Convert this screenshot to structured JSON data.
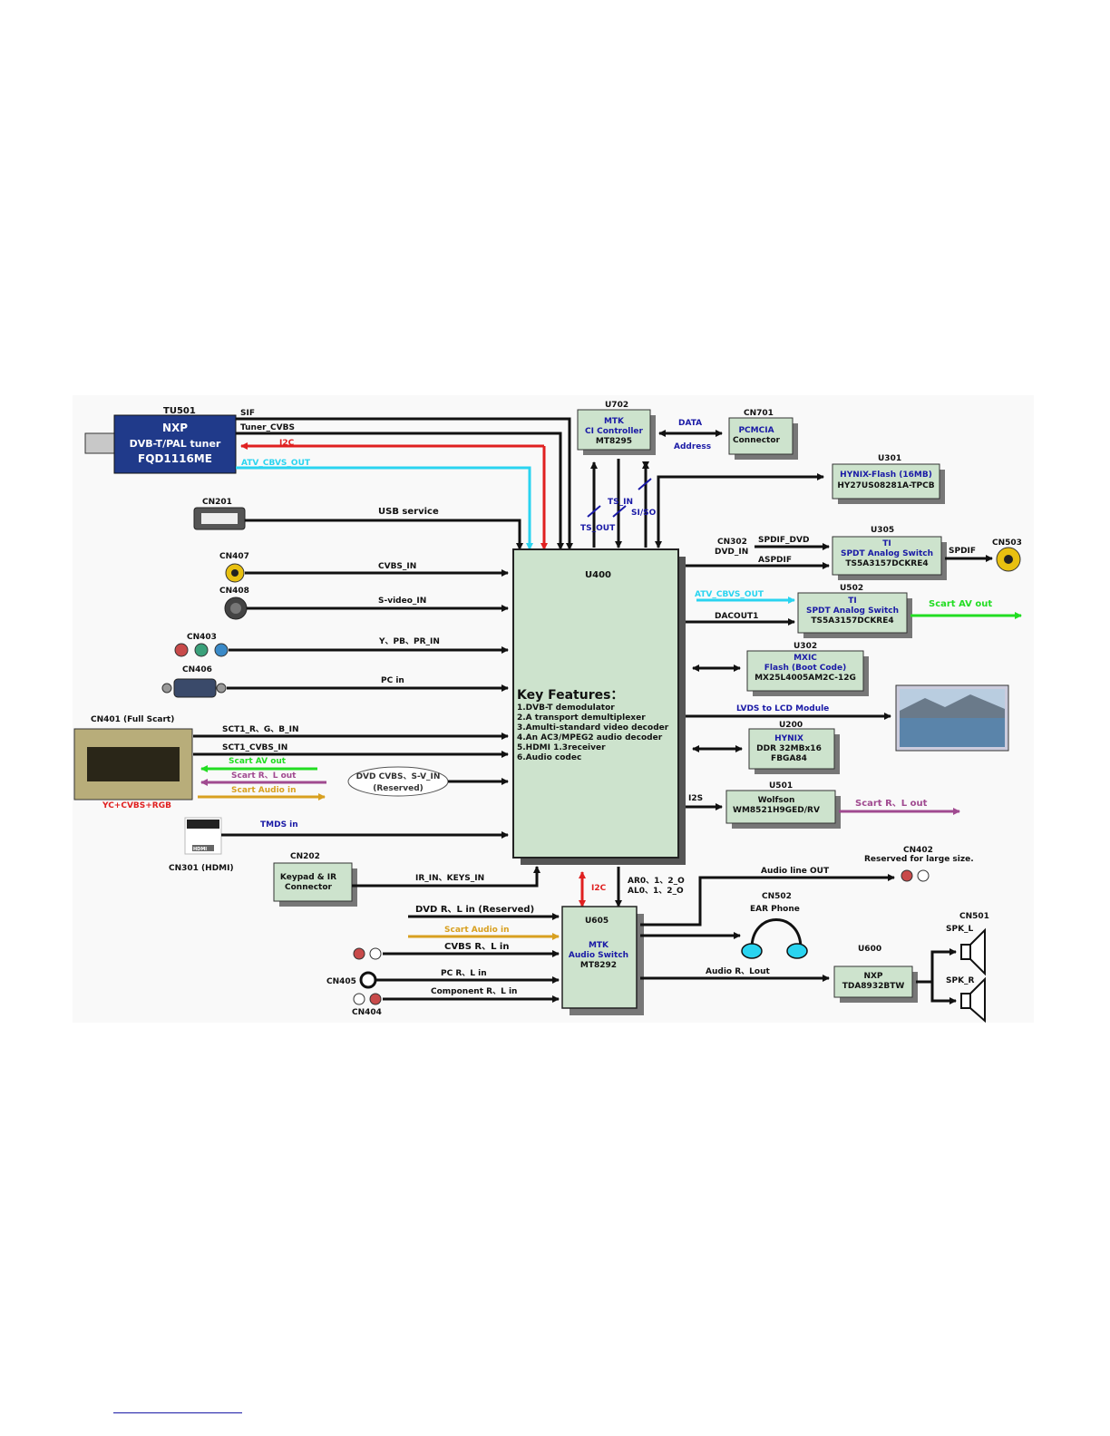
{
  "tuner": {
    "ref": "TU501",
    "l1": "NXP",
    "l2": "DVB-T/PAL tuner",
    "l3": "FQD1116ME"
  },
  "u702": {
    "ref": "U702",
    "l1": "MTK",
    "l2": "CI Controller",
    "l3": "MT8295"
  },
  "cn701": {
    "ref": "CN701",
    "l1": "PCMCIA",
    "l2": "Connector"
  },
  "u301": {
    "ref": "U301",
    "l1": "HYNIX-Flash (16MB)",
    "l2": "HY27US08281A-TPCB"
  },
  "u305": {
    "ref": "U305",
    "l1": "TI",
    "l2": "SPDT Analog Switch",
    "l3": "TS5A3157DCKRE4"
  },
  "u502": {
    "ref": "U502",
    "l1": "TI",
    "l2": "SPDT Analog Switch",
    "l3": "TS5A3157DCKRE4"
  },
  "u302": {
    "ref": "U302",
    "l1": "MXIC",
    "l2": "Flash (Boot Code)",
    "l3": "MX25L4005AM2C-12G"
  },
  "u200": {
    "ref": "U200",
    "l1": "HYNIX",
    "l2": "DDR 32MBx16",
    "l3": "FBGA84"
  },
  "u501": {
    "ref": "U501",
    "l1": "Wolfson",
    "l2": "WM8521H9GED/RV"
  },
  "cn202": {
    "ref": "CN202",
    "l1": "Keypad & IR",
    "l2": "Connector"
  },
  "u605": {
    "ref": "U605",
    "l1": "MTK",
    "l2": "Audio Switch",
    "l3": "MT8292"
  },
  "u600": {
    "ref": "U600",
    "l1": "NXP",
    "l2": "TDA8932BTW"
  },
  "u400": {
    "ref": "U400",
    "features_title": "Key Features：",
    "features": [
      "1.DVB-T demodulator",
      "2.A transport demultiplexer",
      "3.Amulti-standard video decoder",
      "4.An AC3/MPEG2 audio decoder",
      "5.HDMI 1.3receiver",
      "6.Audio codec"
    ]
  },
  "connectors": {
    "cn201": "CN201",
    "cn407": "CN407",
    "cn408": "CN408",
    "cn403": "CN403",
    "cn406": "CN406",
    "cn401": "CN401 (Full Scart)",
    "cn401_sub": "YC+CVBS+RGB",
    "hdmi_icon": "HDMI",
    "cn301": "CN301 (HDMI)",
    "cn302": "CN302",
    "cn503": "CN503",
    "cn402": "CN402",
    "cn402_note": "Reserved for large size.",
    "cn502": "CN502",
    "cn502_note": "EAR Phone",
    "cn501": "CN501",
    "spk_l": "SPK_L",
    "spk_r": "SPK_R",
    "cn405": "CN405",
    "cn404": "CN404"
  },
  "signals": {
    "sif": "SIF",
    "tuner_cvbs": "Tuner_CVBS",
    "i2c": "I2C",
    "atv_out": "ATV_CBVS_OUT",
    "usb": "USB service",
    "cvbs_in": "CVBS_IN",
    "svideo_in": "S-video_IN",
    "ypbpr_in": "Y、PB、PR_IN",
    "pc_in": "PC in",
    "sct_rgb": "SCT1_R、G、B_IN",
    "sct_cvbs": "SCT1_CVBS_IN",
    "scart_av_out": "Scart AV out",
    "scart_rl_out": "Scart R、L out",
    "scart_audio_in": "Scart Audio in",
    "dvd_cvbs_1": "DVD CVBS、S-V_IN",
    "dvd_cvbs_2": "(Reserved)",
    "tmds_in": "TMDS in",
    "ir_keys": "IR_IN、KEYS_IN",
    "data": "DATA",
    "address": "Address",
    "ts_in": "TS_IN",
    "ts_out": "TS_OUT",
    "si_so": "SI/SO",
    "spdif_dvd": "SPDIF_DVD",
    "dvd_in": "DVD_IN",
    "aspdif": "ASPDIF",
    "spdif": "SPDIF",
    "atv_out_2": "ATV_CBVS_OUT",
    "dacout1": "DACOUT1",
    "scart_av_out_2": "Scart AV out",
    "lvds": "LVDS to LCD Module",
    "i2s": "I2S",
    "scart_rl_out_2": "Scart R、L out",
    "i2c_2": "I2C",
    "aro": "AR0、1、2_O",
    "alo": "AL0、1、2_O",
    "audio_line_out": "Audio line OUT",
    "dvd_rl_in": "DVD R、L in (Reserved)",
    "scart_audio_in_2": "Scart Audio in",
    "cvbs_rl_in": "CVBS R、L in",
    "pc_rl_in": "PC R、L in",
    "comp_rl_in": "Component R、L in",
    "audio_rl_out": "Audio R、Lout"
  },
  "colors": {
    "box": "#cde3cd",
    "box_border": "#333333",
    "shadow": "#777777",
    "blue_text": "#1a1aa6",
    "red": "#e02020",
    "cyan": "#2ad4f0",
    "green": "#22dd22",
    "purple": "#a04a90",
    "gold": "#d8a020",
    "tuner_bg": "#203a8a"
  }
}
